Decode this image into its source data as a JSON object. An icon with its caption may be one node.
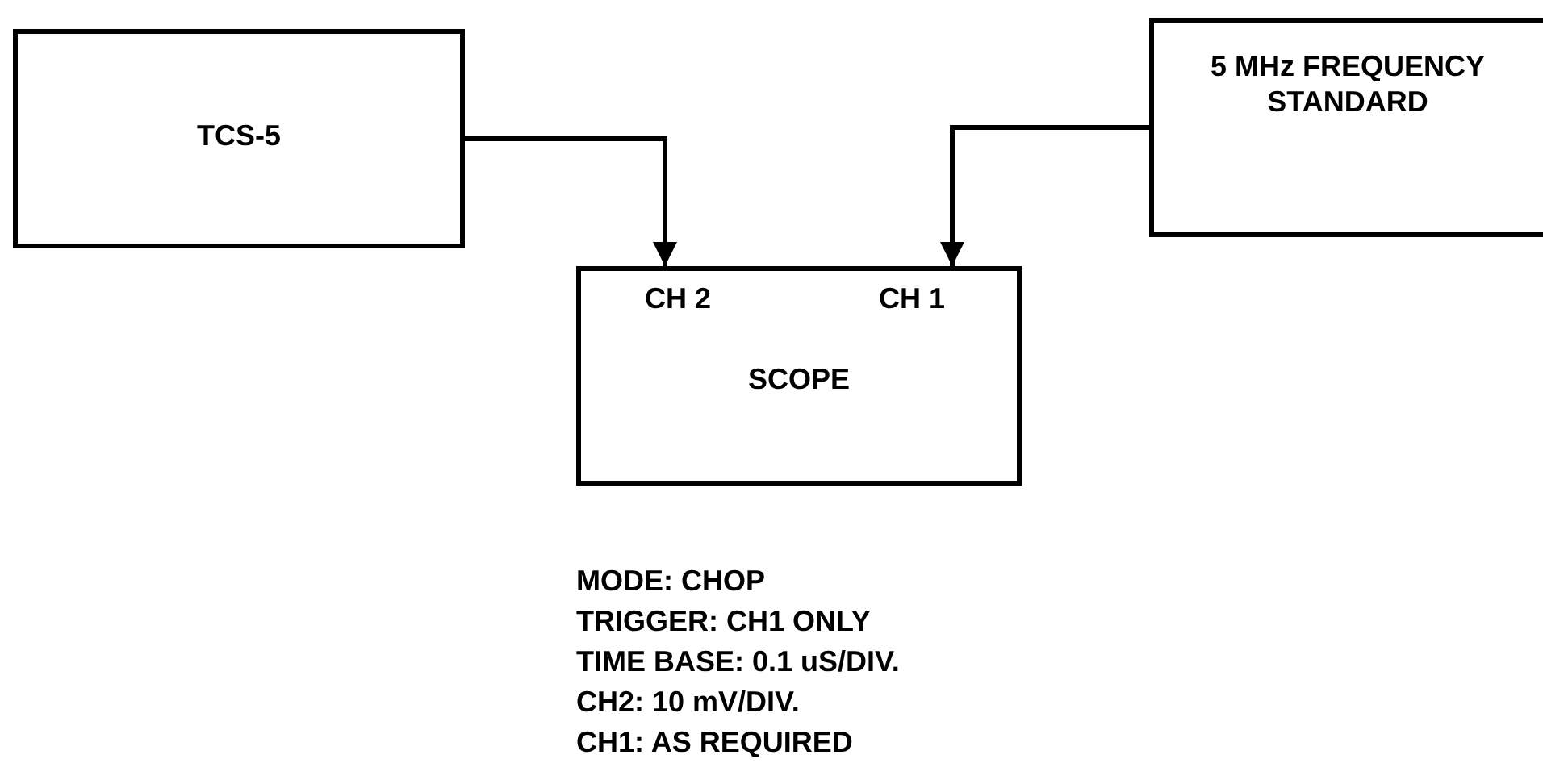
{
  "diagram": {
    "nodes": [
      {
        "text": [
          "TCS-5"
        ]
      },
      {
        "text": [
          "5 MHz FREQUENCY STANDARD"
        ]
      },
      {
        "text": [
          "CH 2",
          "CH 1",
          "SCOPE"
        ]
      }
    ],
    "edges": [
      {
        "from": 0,
        "to": 2,
        "arrow": "to"
      },
      {
        "from": 1,
        "to": 2,
        "arrow": "to"
      }
    ],
    "labels": [
      "MODE: CHOP",
      "TRIGGER: CH1 ONLY",
      "TIME BASE: 0.1 uS/DIV.",
      "CH2: 10 mV/DIV.",
      "CH1: AS REQUIRED"
    ]
  }
}
